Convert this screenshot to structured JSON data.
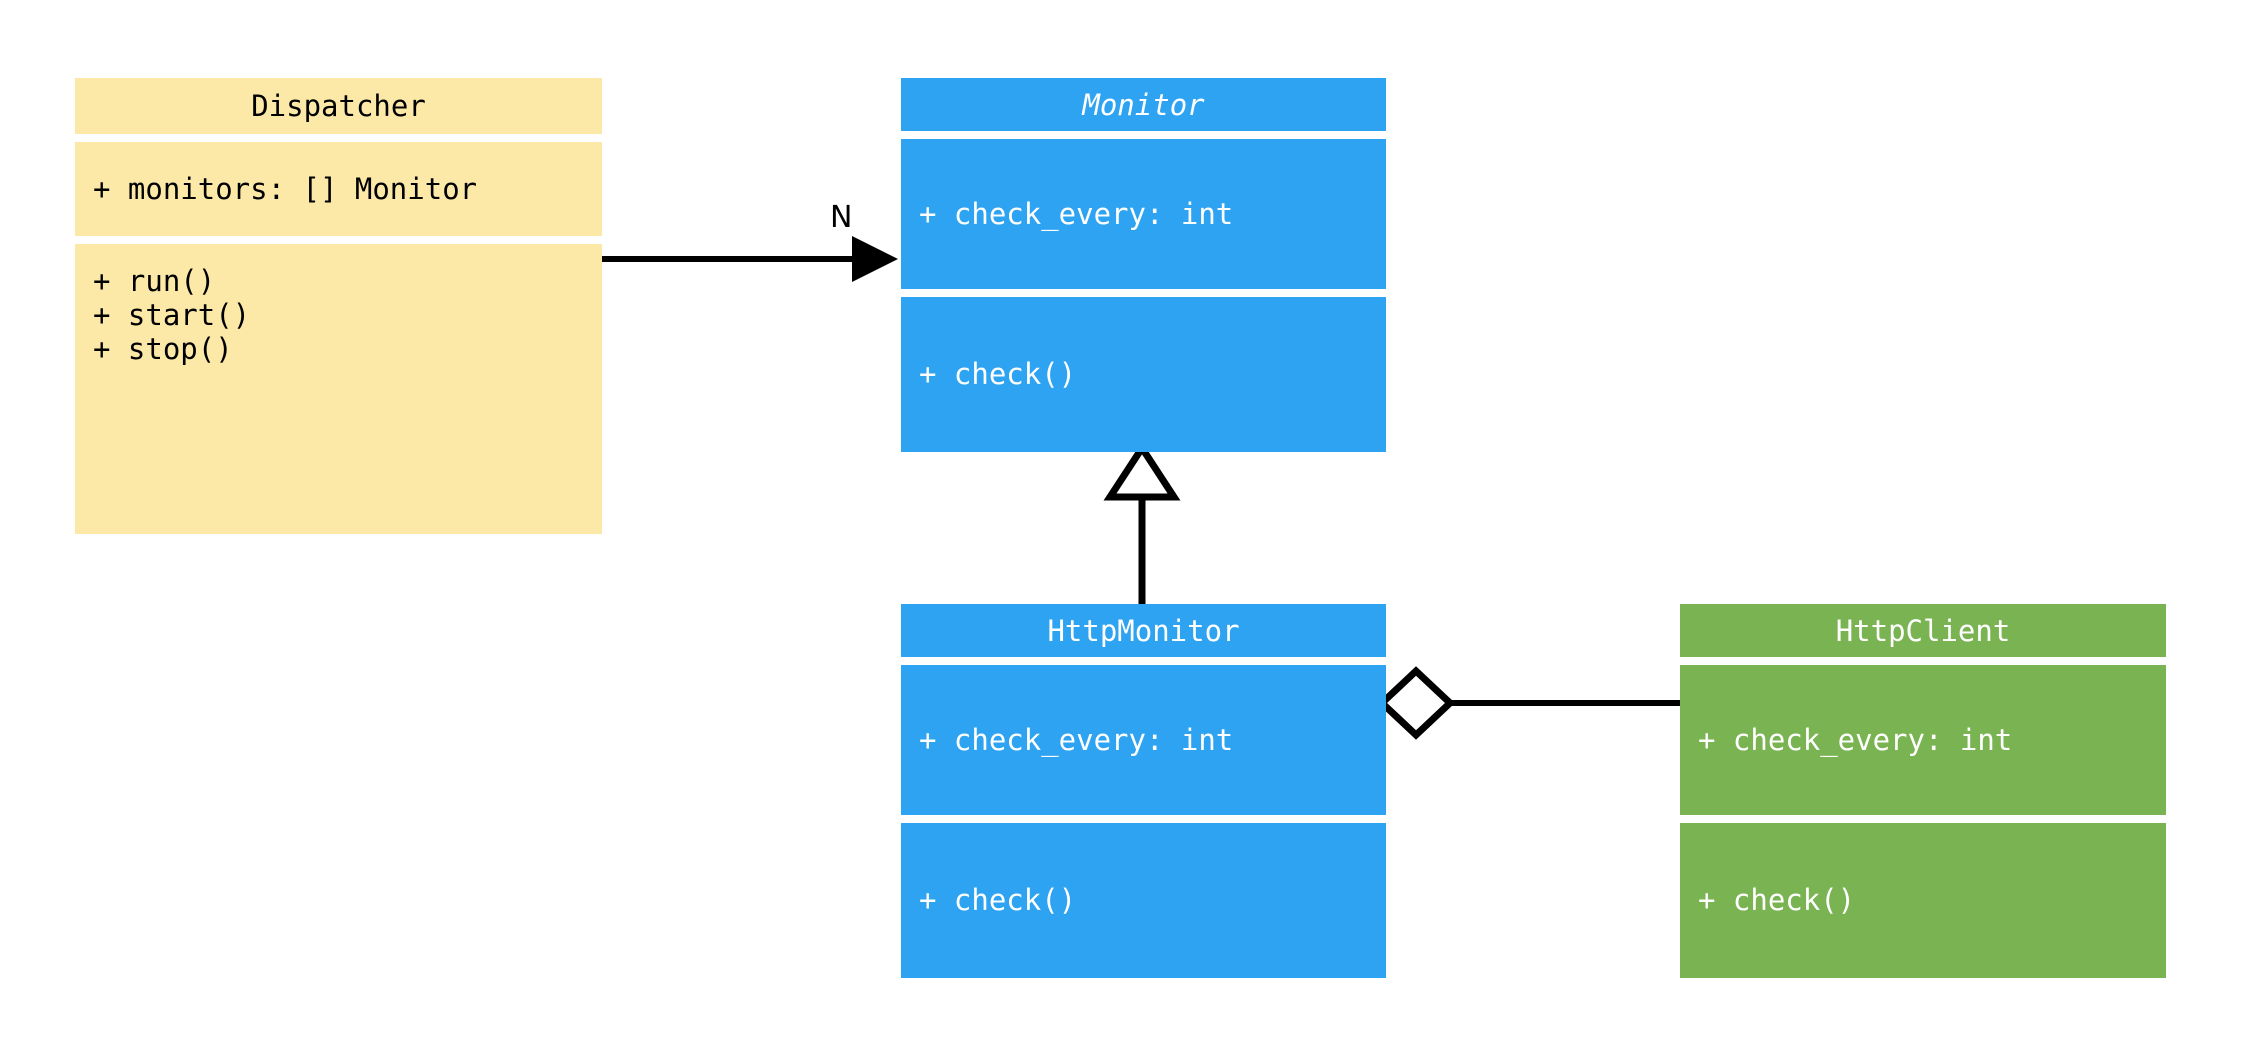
{
  "diagram": {
    "type": "uml-class-diagram",
    "background": "#ffffff",
    "colors": {
      "dispatcher_fill": "#fce9a8",
      "monitor_fill": "#2ea3f2",
      "httpmonitor_fill": "#2ea3f2",
      "httpclient_fill": "#7ab352",
      "line": "#000000",
      "dark_text": "#000000",
      "light_text": "#ffffff"
    }
  },
  "classes": {
    "dispatcher": {
      "name": "Dispatcher",
      "abstract": false,
      "attributes": "+ monitors: [] Monitor",
      "methods": "+ run()\n+ start()\n+ stop()"
    },
    "monitor": {
      "name": "Monitor",
      "abstract": true,
      "attributes": "+ check_every: int",
      "methods": "+ check()"
    },
    "http_monitor": {
      "name": "HttpMonitor",
      "abstract": false,
      "attributes": "+ check_every: int",
      "methods": "+ check()"
    },
    "http_client": {
      "name": "HttpClient",
      "abstract": false,
      "attributes": "+ check_every: int",
      "methods": "+ check()"
    }
  },
  "relationships": {
    "dispatcher_to_monitor": {
      "kind": "association",
      "arrowhead": "filled-triangle",
      "multiplicity_label": "N",
      "from": "Dispatcher",
      "to": "Monitor"
    },
    "httpmonitor_to_monitor": {
      "kind": "generalization",
      "arrowhead": "hollow-triangle",
      "from": "HttpMonitor",
      "to": "Monitor"
    },
    "httpmonitor_to_httpclient": {
      "kind": "aggregation",
      "arrowhead": "hollow-diamond",
      "from": "HttpMonitor",
      "to": "HttpClient"
    }
  }
}
